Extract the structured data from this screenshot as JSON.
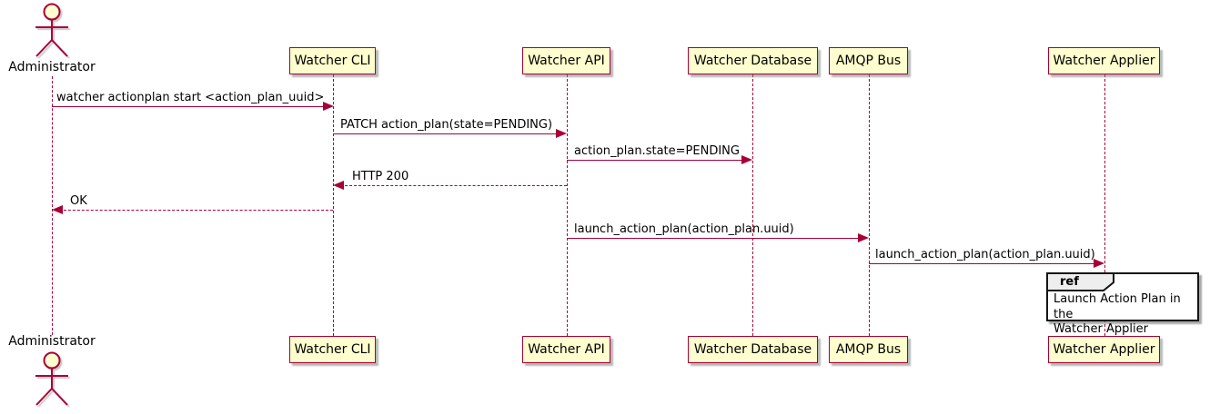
{
  "colors": {
    "accent": "#A80036",
    "participant_fill": "#FEFECE",
    "ref_header_fill": "#EEEEEE",
    "ref_border": "#151515",
    "background": "#FFFFFF",
    "text": "#000000"
  },
  "actor": {
    "label": "Administrator"
  },
  "participants": [
    {
      "label": "Watcher CLI"
    },
    {
      "label": "Watcher API"
    },
    {
      "label": "Watcher Database"
    },
    {
      "label": "AMQP Bus"
    },
    {
      "label": "Watcher Applier"
    }
  ],
  "messages": [
    {
      "text": "watcher actionplan start <action_plan_uuid>",
      "from": "Administrator",
      "to": "Watcher CLI",
      "style": "solid"
    },
    {
      "text": "PATCH action_plan(state=PENDING)",
      "from": "Watcher CLI",
      "to": "Watcher API",
      "style": "solid"
    },
    {
      "text": "action_plan.state=PENDING",
      "from": "Watcher API",
      "to": "Watcher Database",
      "style": "solid"
    },
    {
      "text": "HTTP 200",
      "from": "Watcher API",
      "to": "Watcher CLI",
      "style": "dashed"
    },
    {
      "text": "OK",
      "from": "Watcher CLI",
      "to": "Administrator",
      "style": "dashed"
    },
    {
      "text": "launch_action_plan(action_plan.uuid)",
      "from": "Watcher API",
      "to": "AMQP Bus",
      "style": "solid"
    },
    {
      "text": "launch_action_plan(action_plan.uuid)",
      "from": "AMQP Bus",
      "to": "Watcher Applier",
      "style": "solid"
    }
  ],
  "ref_fragment": {
    "keyword": "ref",
    "text": "Launch Action Plan in the\nWatcher Applier"
  }
}
